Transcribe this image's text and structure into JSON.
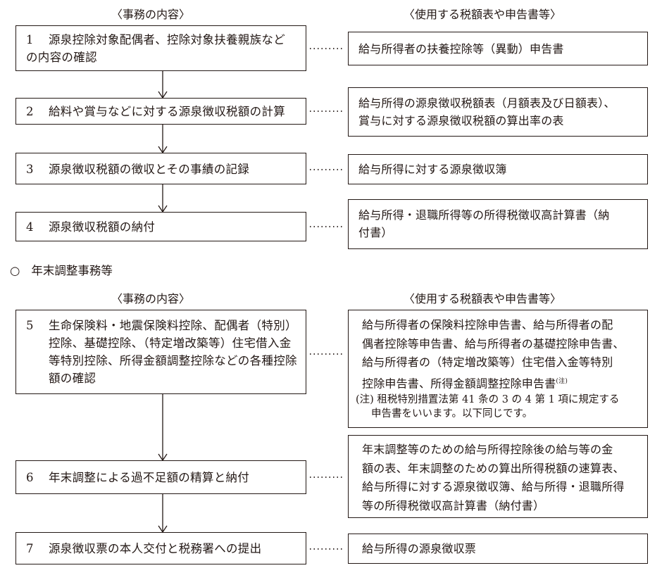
{
  "headers": {
    "left": "〈事務の内容〉",
    "right": "〈使用する税額表や申告書等〉"
  },
  "section2": {
    "marker": "○",
    "title": "年末調整事務等"
  },
  "steps": [
    {
      "num": "1",
      "lines": [
        "源泉控除対象配偶者、控除対象扶養親族などの内容の確認"
      ],
      "l1": "源泉控除対象配偶者、控除対象扶養親族など",
      "l2": "の内容の確認"
    },
    {
      "num": "2",
      "l1": "給料や賞与などに対する源泉徴収税額の計算"
    },
    {
      "num": "3",
      "l1": "源泉徴収税額の徴収とその事績の記録"
    },
    {
      "num": "4",
      "l1": "源泉徴収税額の納付"
    },
    {
      "num": "5",
      "l1": "生命保険料・地震保険料控除、配偶者（特別）",
      "l2": "控除、基礎控除、（特定増改築等）住宅借入金",
      "l3": "等特別控除、所得金額調整控除などの各種控除",
      "l4": "額の確認"
    },
    {
      "num": "6",
      "l1": "年末調整による過不足額の精算と納付"
    },
    {
      "num": "7",
      "l1": "源泉徴収票の本人交付と税務署への提出"
    }
  ],
  "docs": [
    {
      "l1": "給与所得者の扶養控除等（異動）申告書"
    },
    {
      "l1": "給与所得の源泉徴収税額表（月額表及び日額表）、",
      "l2": "賞与に対する源泉徴収税額の算出率の表"
    },
    {
      "l1": "給与所得に対する源泉徴収簿"
    },
    {
      "l1": "給与所得・退職所得等の所得税徴収高計算書（納",
      "l2": "付書）"
    },
    {
      "l1": "給与所得者の保険料控除申告書、給与所得者の配",
      "l2": "偶者控除等申告書、給与所得者の基礎控除申告書、",
      "l3": "給与所得者の（特定増改築等）住宅借入金等特別",
      "l4": "控除申告書、所得金額調整控除申告書",
      "sup": "(注)",
      "note1": "(注)  租税特別措置法第 41 条の 3 の 4 第 1 項に規定する",
      "note2": "申告書をいいます。以下同じです。"
    },
    {
      "l1": "年末調整等のための給与所得控除後の給与等の金",
      "l2": "額の表、年末調整のための算出所得税額の速算表、",
      "l3": "給与所得に対する源泉徴収簿、給与所得・退職所得",
      "l4": "等の所得税徴収高計算書（納付書）"
    },
    {
      "l1": "給与所得の源泉徴収票"
    }
  ]
}
